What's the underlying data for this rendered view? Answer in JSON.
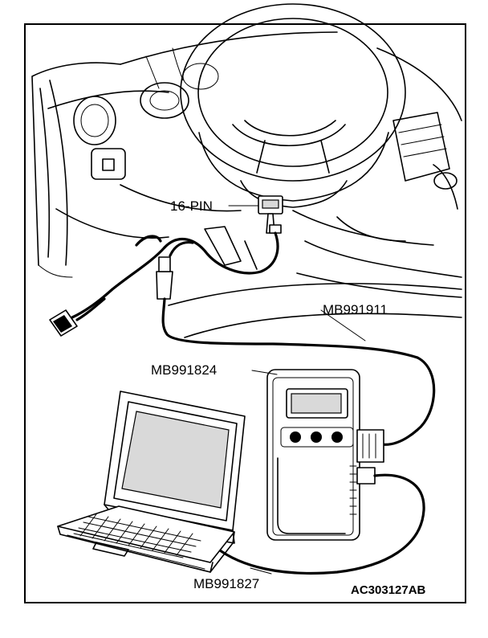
{
  "labels": {
    "connector": "16-PIN",
    "harness": "MB991911",
    "vci": "MB991824",
    "usb_cable": "MB991827"
  },
  "figure_code": "AC303127AB"
}
